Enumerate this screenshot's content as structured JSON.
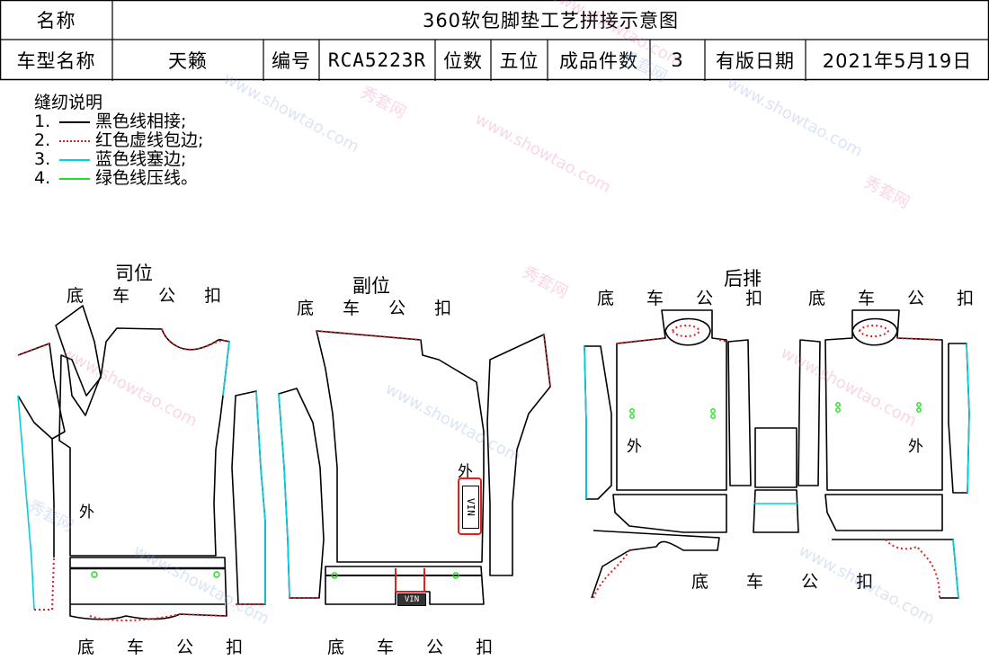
{
  "header": {
    "name_label": "名称",
    "title": "360软包脚垫工艺拼接示意图",
    "model_label": "车型名称",
    "model_value": "天籁",
    "code_label": "编号",
    "code_value": "RCA5223R",
    "seat_label": "位数",
    "seat_value": "五位",
    "pieces_label": "成品件数",
    "pieces_value": "3",
    "date_label": "有版日期",
    "date_value": "2021年5月19日"
  },
  "notes": {
    "title": "缝纫说明",
    "items": [
      {
        "num": "1.",
        "text": "黑色线相接;",
        "color": "#000000",
        "style": "solid"
      },
      {
        "num": "2.",
        "text": "红色虚线包边;",
        "color": "#e02020",
        "style": "dotted"
      },
      {
        "num": "3.",
        "text": "蓝色线塞边;",
        "color": "#00d0e0",
        "style": "solid"
      },
      {
        "num": "4.",
        "text": "绿色线压线。",
        "color": "#20e020",
        "style": "solid"
      }
    ]
  },
  "sections": {
    "driver": "司位",
    "passenger": "副位",
    "rear": "后排"
  },
  "labels": {
    "bottom_buckle": "底 车 公 扣",
    "outer": "外",
    "vin": "VIN"
  },
  "watermark": {
    "brand": "秀套网",
    "url": "www.showtao.com"
  },
  "colors": {
    "black": "#000000",
    "red": "#e02020",
    "cyan": "#00d0e0",
    "green": "#20e020"
  }
}
